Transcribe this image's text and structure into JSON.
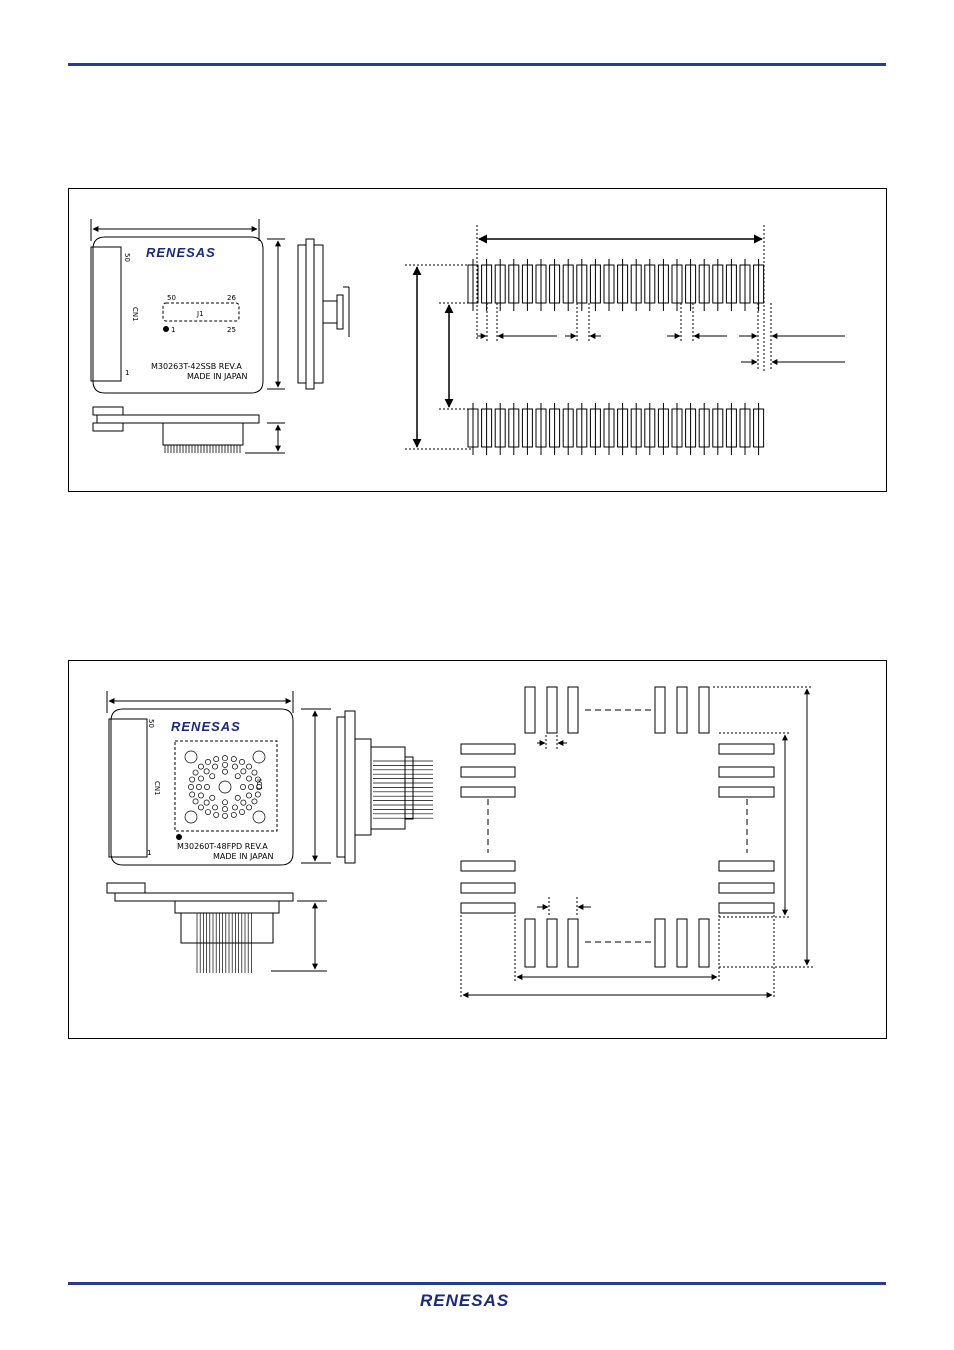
{
  "page": {
    "accent_color": "#2a3a8c"
  },
  "figure1": {
    "board": {
      "logo": "RENESAS",
      "model": "M30263T-42SSB REV.A",
      "origin": "MADE IN JAPAN",
      "connector_label": "CN1",
      "pin_top": "50",
      "pin_bottom": "1",
      "socket_label": "J1",
      "socket_pin_tl": "50",
      "socket_pin_tr": "26",
      "socket_pin_bl": "1",
      "socket_pin_br": "25"
    }
  },
  "figure2": {
    "board": {
      "logo": "RENESAS",
      "model": "M30260T-48FPD REV.A",
      "origin": "MADE IN JAPAN",
      "connector_label": "CN1",
      "pin_top": "50",
      "pin_bottom": "1",
      "socket_label": "IC1"
    }
  },
  "footer": {
    "logo": "RENESAS"
  }
}
